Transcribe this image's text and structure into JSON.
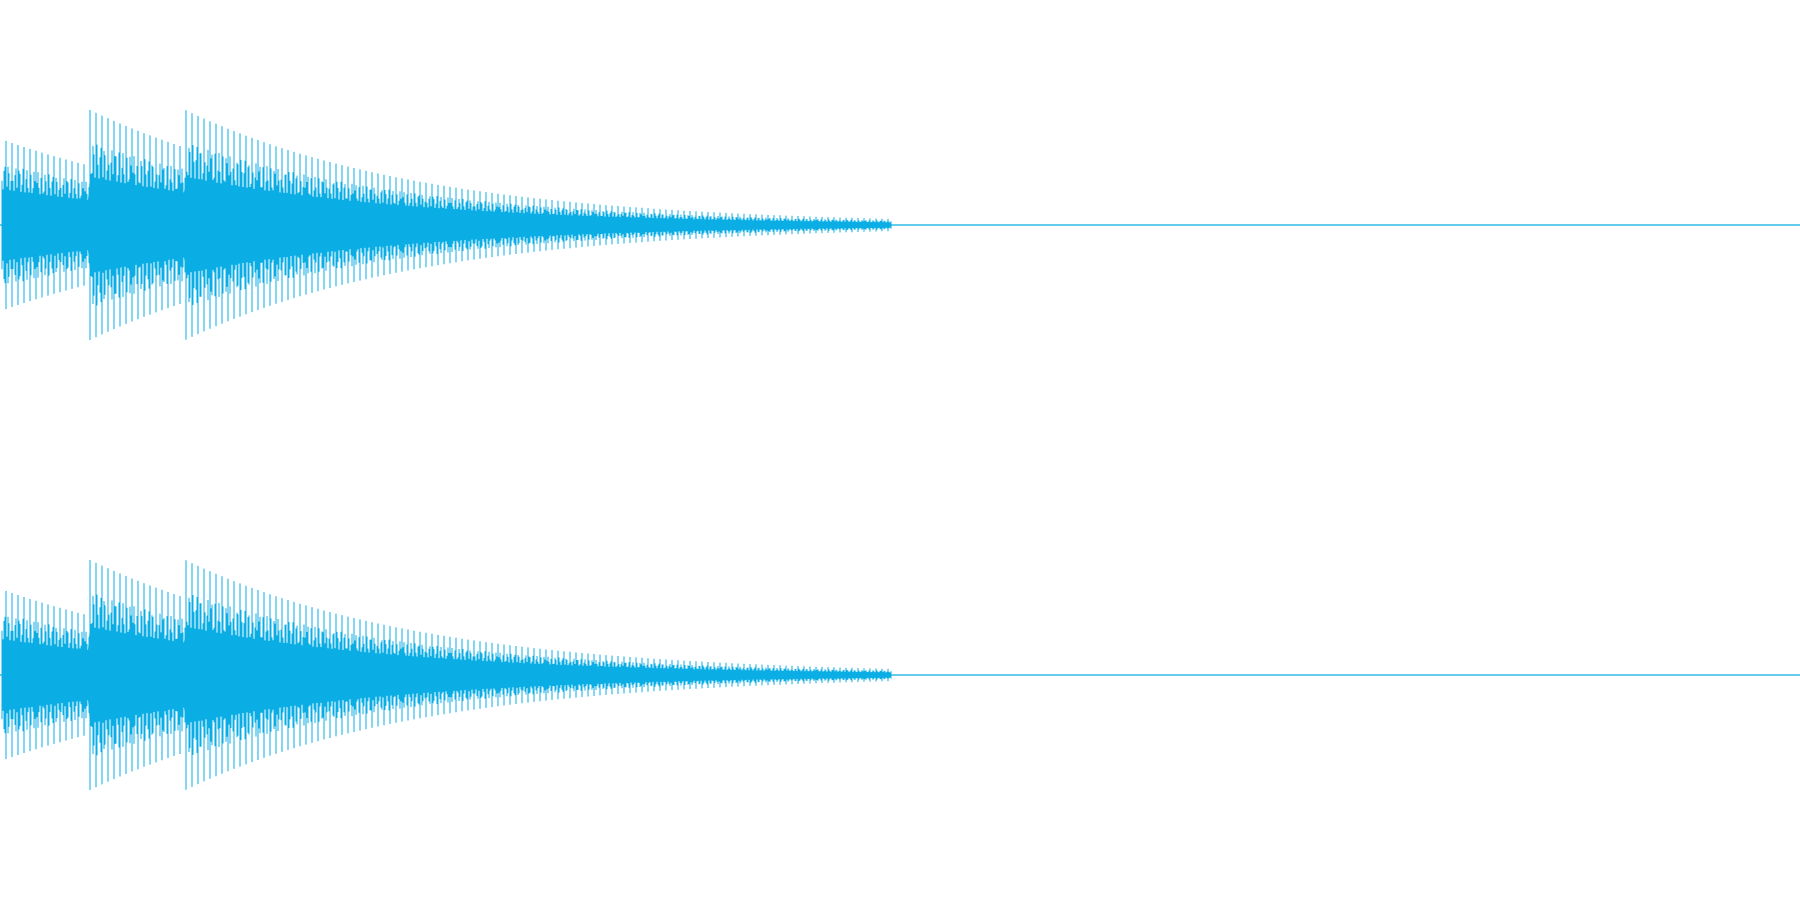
{
  "waveform": {
    "color": "#0aaee4",
    "background": "#ffffff",
    "channels": [
      {
        "id": "left"
      },
      {
        "id": "right"
      }
    ],
    "note_onsets": [
      0,
      0.05,
      0.103
    ],
    "note_peaks": [
      0.75,
      1.0,
      1.0
    ],
    "decay_end": 0.495
  }
}
